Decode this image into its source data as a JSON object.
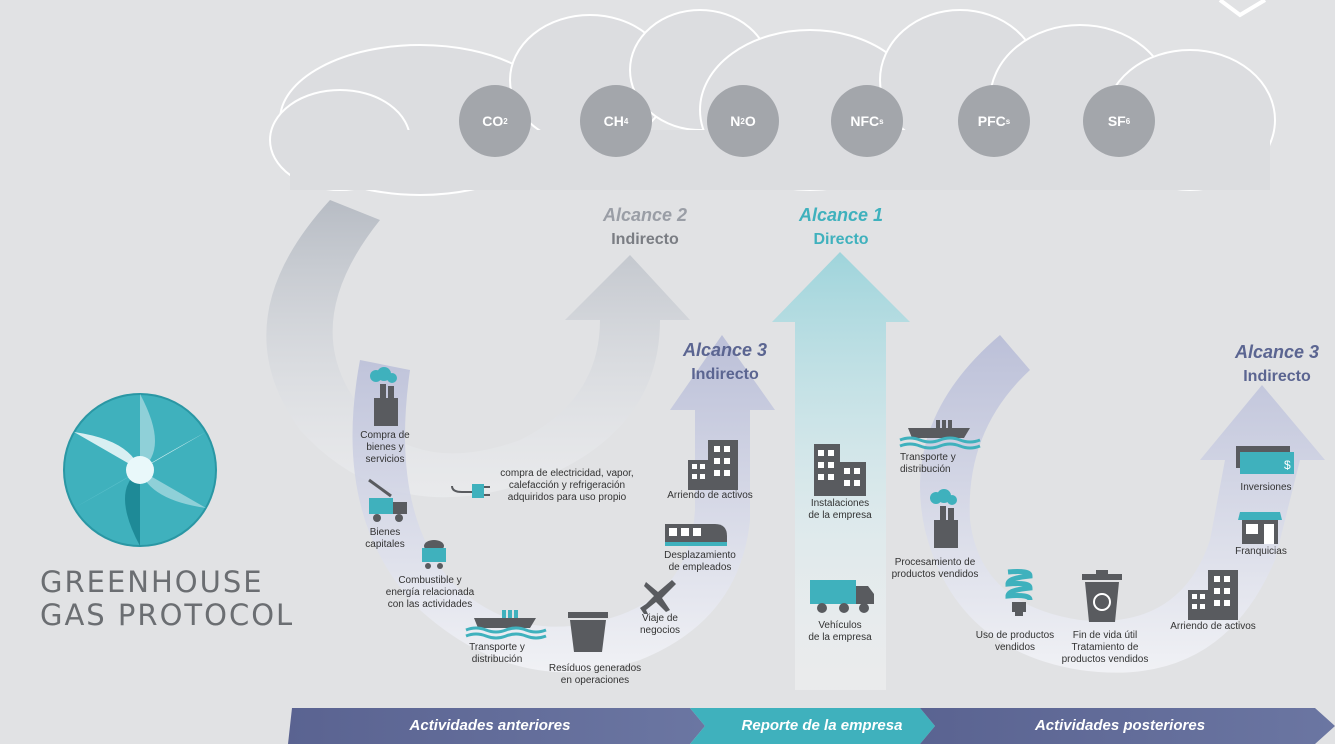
{
  "gases": [
    {
      "main": "CO",
      "sub": "2"
    },
    {
      "main": "CH",
      "sub": "4"
    },
    {
      "main": "N",
      "sub": "2",
      "tail": "O"
    },
    {
      "main": "NFC",
      "sub": "s"
    },
    {
      "main": "PFC",
      "sub": "s"
    },
    {
      "main": "SF",
      "sub": "6"
    }
  ],
  "scopes": {
    "scope2": {
      "title": "Alcance 2",
      "sub": "Indirecto"
    },
    "scope1": {
      "title": "Alcance 1",
      "sub": "Directo"
    },
    "scope3_up": {
      "title": "Alcance 3",
      "sub": "Indirecto"
    },
    "scope3_down": {
      "title": "Alcance 3",
      "sub": "Indirecto"
    }
  },
  "brand": {
    "line1": "GREENHOUSE",
    "line2": "GAS PROTOCOL"
  },
  "upstream": {
    "compra": "Compra de\nbienes y\nservicios",
    "bienes": "Bienes\ncapitales",
    "combustible": "Combustible y\nenergía relacionada\ncon las actividades",
    "transporte": "Transporte y\ndistribución",
    "residuos": "Resíduos generados\nen operaciones",
    "viaje": "Viaje de\nnegocios",
    "desplazamiento": "Desplazamiento\nde empleados",
    "arriendo": "Arriendo de activos",
    "electricidad": "compra de electricidad, vapor,\ncalefacción y refrigeración\nadquiridos para uso propio"
  },
  "company": {
    "instalaciones": "Instalaciones\nde la empresa",
    "vehiculos": "Vehículos\nde la empresa"
  },
  "downstream": {
    "transporte": "Transporte y\ndistribución",
    "procesamiento": "Procesamiento de\nproductos vendidos",
    "uso": "Uso de productos\nvendidos",
    "fin_vida": "Fin de vida útil\nTratamiento de\nproductos vendidos",
    "arriendo": "Arriendo de activos",
    "franquicias": "Franquicias",
    "inversiones": "Inversiones"
  },
  "band": {
    "upstream": "Actividades anteriores",
    "company": "Reporte de la empresa",
    "downstream": "Actividades posteriores"
  },
  "colors": {
    "background": "#e1e2e4",
    "teal": "#3fb1bd",
    "navy": "#5b6591",
    "gray": "#a3a6ab",
    "icon": "#595b5f"
  }
}
